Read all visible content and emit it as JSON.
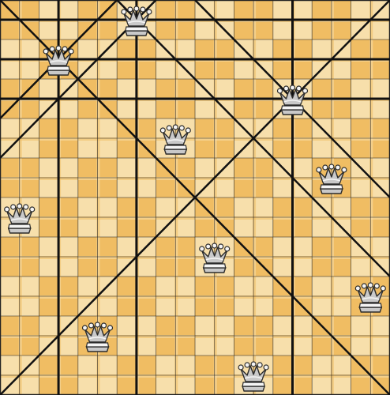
{
  "board": {
    "columns": 10,
    "rows": 10,
    "colors": {
      "dark_square": "#f0bd63",
      "light_square": "#f7dfab",
      "cell_border": "#222222",
      "thick_line": "#111111"
    },
    "queens": [
      {
        "col": 3,
        "row": 0
      },
      {
        "col": 1,
        "row": 1
      },
      {
        "col": 7,
        "row": 2
      },
      {
        "col": 4,
        "row": 3
      },
      {
        "col": 8,
        "row": 4
      },
      {
        "col": 0,
        "row": 5
      },
      {
        "col": 5,
        "row": 6
      },
      {
        "col": 9,
        "row": 7
      },
      {
        "col": 2,
        "row": 8
      },
      {
        "col": 6,
        "row": 9
      }
    ],
    "queen_colors": {
      "body": "#c9c9c9",
      "highlight": "#f4f4f4",
      "outline": "#2b2b2b"
    }
  }
}
